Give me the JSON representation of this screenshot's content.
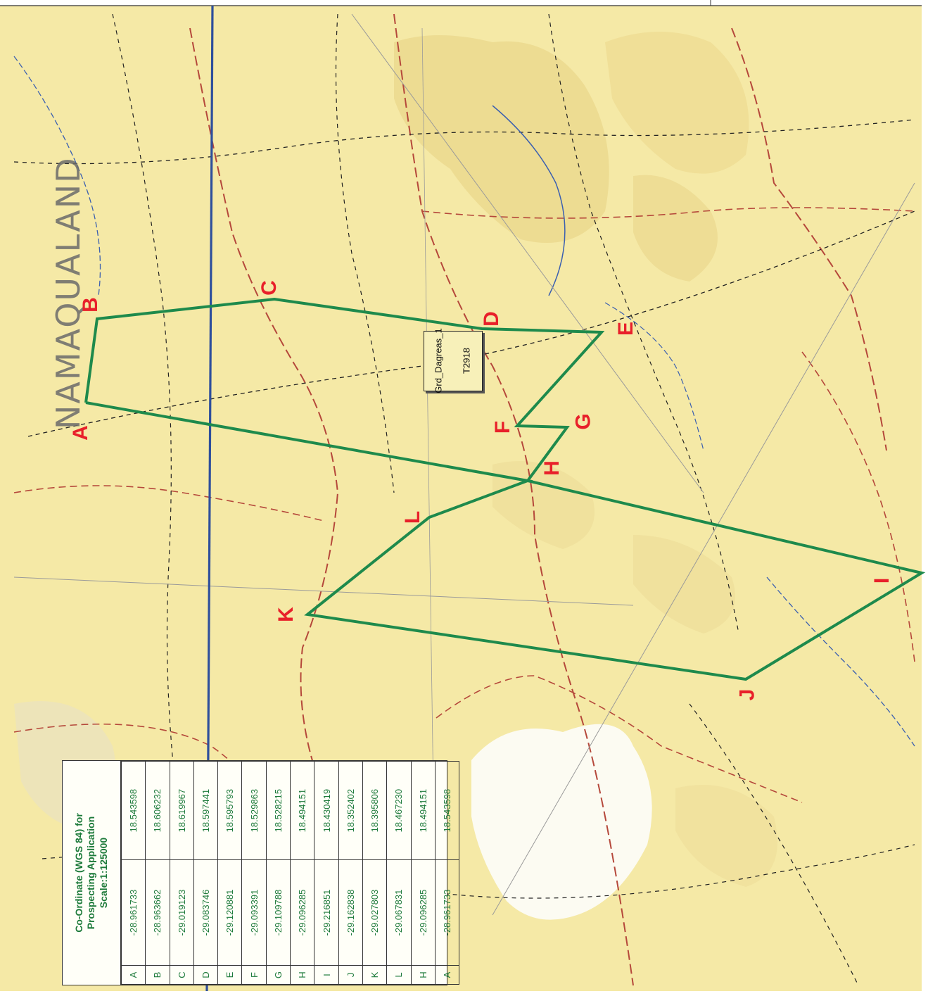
{
  "map": {
    "region_name": "NAMAQUALAND",
    "colors": {
      "background": "#f5e9a6",
      "boundary_line": "#1e8a4c",
      "vertex_label": "#e8202a",
      "grid_line": "#2e4f9c",
      "roads": "#b5483b"
    },
    "vertices": [
      {
        "label": "A"
      },
      {
        "label": "B"
      },
      {
        "label": "C"
      },
      {
        "label": "D"
      },
      {
        "label": "E"
      },
      {
        "label": "F"
      },
      {
        "label": "G"
      },
      {
        "label": "H"
      },
      {
        "label": "I"
      },
      {
        "label": "J"
      },
      {
        "label": "K"
      },
      {
        "label": "L"
      }
    ],
    "farm_tag": {
      "line1": "Grd_Dagreas_1",
      "line2": "T2918"
    }
  },
  "coordinate_table": {
    "title_line1": "Co-Ordinate (WGS 84) for",
    "title_line2": "Prospecting Application",
    "title_line3": "Scale:1:125000",
    "rows": [
      {
        "point": "A",
        "lat": "-28.961733",
        "lon": "18.543598"
      },
      {
        "point": "B",
        "lat": "-28.963662",
        "lon": "18.606232"
      },
      {
        "point": "C",
        "lat": "-29.019123",
        "lon": "18.619967"
      },
      {
        "point": "D",
        "lat": "-29.083746",
        "lon": "18.597441"
      },
      {
        "point": "E",
        "lat": "-29.120881",
        "lon": "18.595793"
      },
      {
        "point": "F",
        "lat": "-29.093391",
        "lon": "18.529863"
      },
      {
        "point": "G",
        "lat": "-29.109788",
        "lon": "18.528215"
      },
      {
        "point": "H",
        "lat": "-29.096285",
        "lon": "18.494151"
      },
      {
        "point": "I",
        "lat": "-29.216851",
        "lon": "18.430419"
      },
      {
        "point": "J",
        "lat": "-29.162838",
        "lon": "18.352402"
      },
      {
        "point": "K",
        "lat": "-29.027803",
        "lon": "18.395806"
      },
      {
        "point": "L",
        "lat": "-29.067831",
        "lon": "18.467230"
      },
      {
        "point": "H",
        "lat": "-29.096285",
        "lon": "18.494151"
      },
      {
        "point": "A",
        "lat": "-28.961733",
        "lon": "18.543598"
      }
    ]
  }
}
